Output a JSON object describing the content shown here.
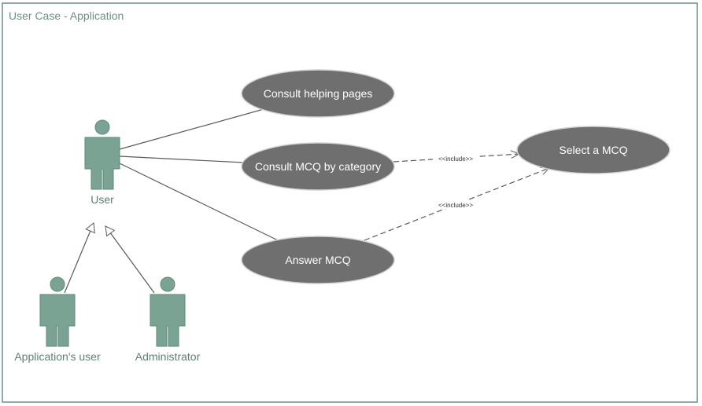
{
  "diagram": {
    "title": "User Case - Application",
    "colors": {
      "frame": "#6f8f84",
      "actor": "#7aa394",
      "use_case": "#6f6f6f",
      "use_case_text": "#ffffff",
      "line": "#5a5a5a"
    },
    "actors": {
      "user": "User",
      "app_user": "Application's user",
      "admin": "Administrator"
    },
    "use_cases": {
      "helping_pages": "Consult helping pages",
      "mcq_by_category": "Consult MCQ by category",
      "answer_mcq": "Answer MCQ",
      "select_mcq": "Select a MCQ"
    },
    "relations": {
      "include_1": "<<include>>",
      "include_2": "<<include>>"
    }
  }
}
